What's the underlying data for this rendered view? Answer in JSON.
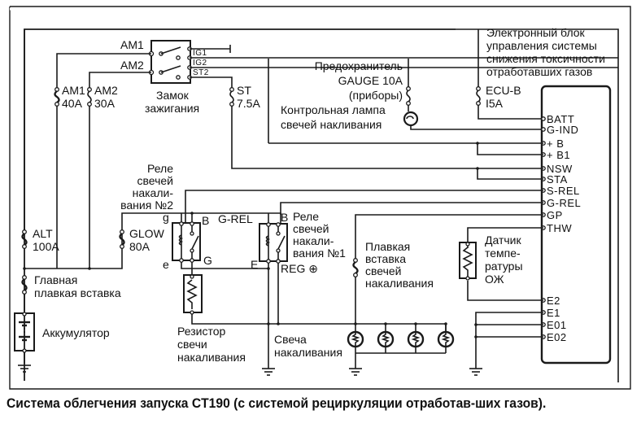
{
  "ignition_switch": {
    "title_line1": "Замок",
    "title_line2": "зажигания",
    "inputs": [
      "AM1",
      "AM2"
    ],
    "outputs": [
      "IG1",
      "IG2",
      "ST2"
    ]
  },
  "fuses": {
    "am1": {
      "name": "AM1",
      "rating": "40A"
    },
    "am2": {
      "name": "AM2",
      "rating": "30A"
    },
    "st": {
      "name": "ST",
      "rating": "7.5A"
    },
    "alt": {
      "name": "ALT",
      "rating": "100A"
    },
    "glow": {
      "name": "GLOW",
      "rating": "80A"
    },
    "ecu_b": {
      "name": "ECU-B",
      "rating": "I5A"
    },
    "gauge": {
      "line1": "Предохранитель",
      "line2": "GAUGE 10A",
      "line3": "(приборы)"
    }
  },
  "indicator_lamp": {
    "line1": "Контрольная лампа",
    "line2": "свечей накливания"
  },
  "ecu": {
    "title_lines": [
      "Электронный блок",
      "управления системы",
      "снижения токсичности",
      "отработавших газов"
    ],
    "pins": [
      "BATT",
      "G-IND",
      "+ B",
      "+ B1",
      "NSW",
      "STA",
      "S-REL",
      "G-REL",
      "GP",
      "THW",
      "E2",
      "E1",
      "E01",
      "E02"
    ]
  },
  "relay2": {
    "lines": [
      "Реле",
      "свечей",
      "накали-",
      "вания №2"
    ],
    "terminals": {
      "g": "g",
      "b": "B",
      "e": "e",
      "g_out": "G"
    }
  },
  "relay1": {
    "lines": [
      "Реле",
      "свечей",
      "накали-",
      "вания №1"
    ],
    "terminals": {
      "b": "B",
      "e": "E",
      "reg": "REG ⊕"
    },
    "wire_label": "G-REL"
  },
  "glow_fusible_link": {
    "lines": [
      "Плавкая",
      "вставка",
      "свечей",
      "накаливания"
    ]
  },
  "temp_sensor": {
    "lines": [
      "Датчик",
      "темпе-",
      "ратуры",
      "ОЖ"
    ]
  },
  "main_fusible_link": {
    "line1": "Главная",
    "line2": "плавкая вставка"
  },
  "battery": {
    "label": "Аккумулятор"
  },
  "glow_resistor": {
    "lines": [
      "Резистор",
      "свечи",
      "накаливания"
    ]
  },
  "glow_plug": {
    "line1": "Свеча",
    "line2": "накаливания",
    "count": 4
  },
  "caption": "Система облегчения запуска CT190 (с системой рециркуляции отработав-ших газов)."
}
